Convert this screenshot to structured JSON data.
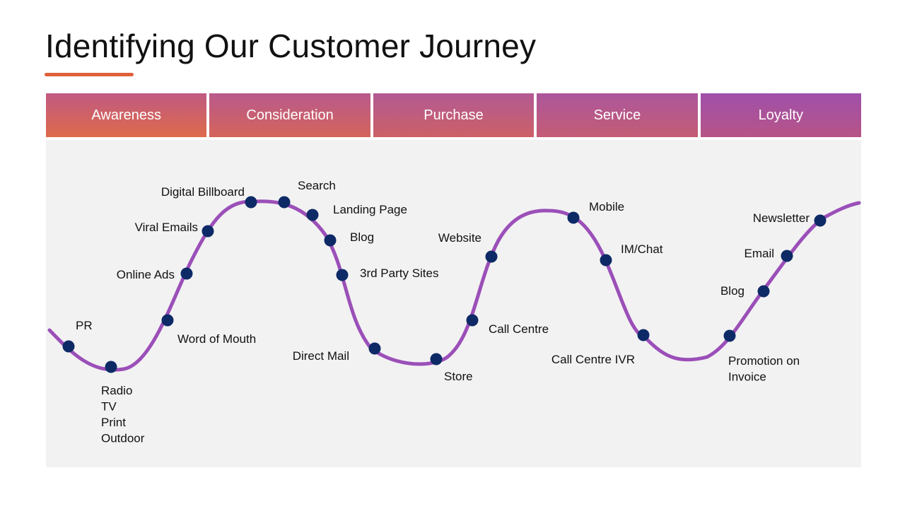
{
  "title": "Identifying Our Customer Journey",
  "colors": {
    "accent": "#e0603a",
    "curve": "#9b4fb8",
    "node": "#0d2a66",
    "panel": "#f2f2f2"
  },
  "stages": [
    "Awareness",
    "Consideration",
    "Purchase",
    "Service",
    "Loyalty"
  ],
  "touchpoints": [
    {
      "lines": [
        "PR"
      ]
    },
    {
      "lines": [
        "Radio",
        "TV",
        "Print",
        "Outdoor"
      ]
    },
    {
      "lines": [
        "Word of Mouth"
      ]
    },
    {
      "lines": [
        "Online Ads"
      ]
    },
    {
      "lines": [
        "Viral Emails"
      ]
    },
    {
      "lines": [
        "Digital Billboard"
      ]
    },
    {
      "lines": [
        "Search"
      ]
    },
    {
      "lines": [
        "Landing Page"
      ]
    },
    {
      "lines": [
        "Blog"
      ]
    },
    {
      "lines": [
        "3rd Party Sites"
      ]
    },
    {
      "lines": [
        "Direct Mail"
      ]
    },
    {
      "lines": [
        "Store"
      ]
    },
    {
      "lines": [
        "Call Centre"
      ]
    },
    {
      "lines": [
        "Website"
      ]
    },
    {
      "lines": [
        "Mobile"
      ]
    },
    {
      "lines": [
        "IM/Chat"
      ]
    },
    {
      "lines": [
        "Call Centre IVR"
      ]
    },
    {
      "lines": [
        "Promotion on",
        "Invoice"
      ]
    },
    {
      "lines": [
        "Blog"
      ]
    },
    {
      "lines": [
        "Email"
      ]
    },
    {
      "lines": [
        "Newsletter"
      ]
    }
  ]
}
